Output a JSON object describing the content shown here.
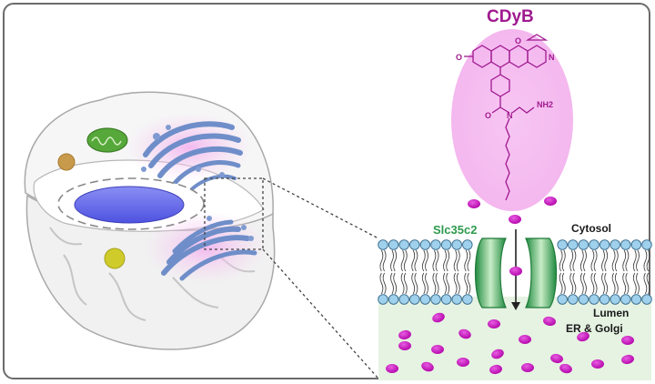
{
  "labels": {
    "probe": "CDyB",
    "transporter": "Slc35c2",
    "cytosol": "Cytosol",
    "lumen": "Lumen",
    "compartment": "ER & Golgi"
  },
  "molecule_labels": {
    "oxygen": "O",
    "ring_oxygen": "O",
    "nitrogen": "N",
    "amide_oxygen": "O",
    "amide_nitrogen": "N",
    "amine": "NH2"
  },
  "colors": {
    "probe": "#a0198f",
    "probe_glow": "#f4b8ef",
    "dye_particle": "#cc19c4",
    "transporter": "#2e9a4e",
    "lipid_head": "#9fd0ec",
    "lumen_fill": "#e6f3e2",
    "golgi": "#6f8ec9",
    "nucleus": "#5b5fe6",
    "mitochondrion": "#56a83a"
  }
}
